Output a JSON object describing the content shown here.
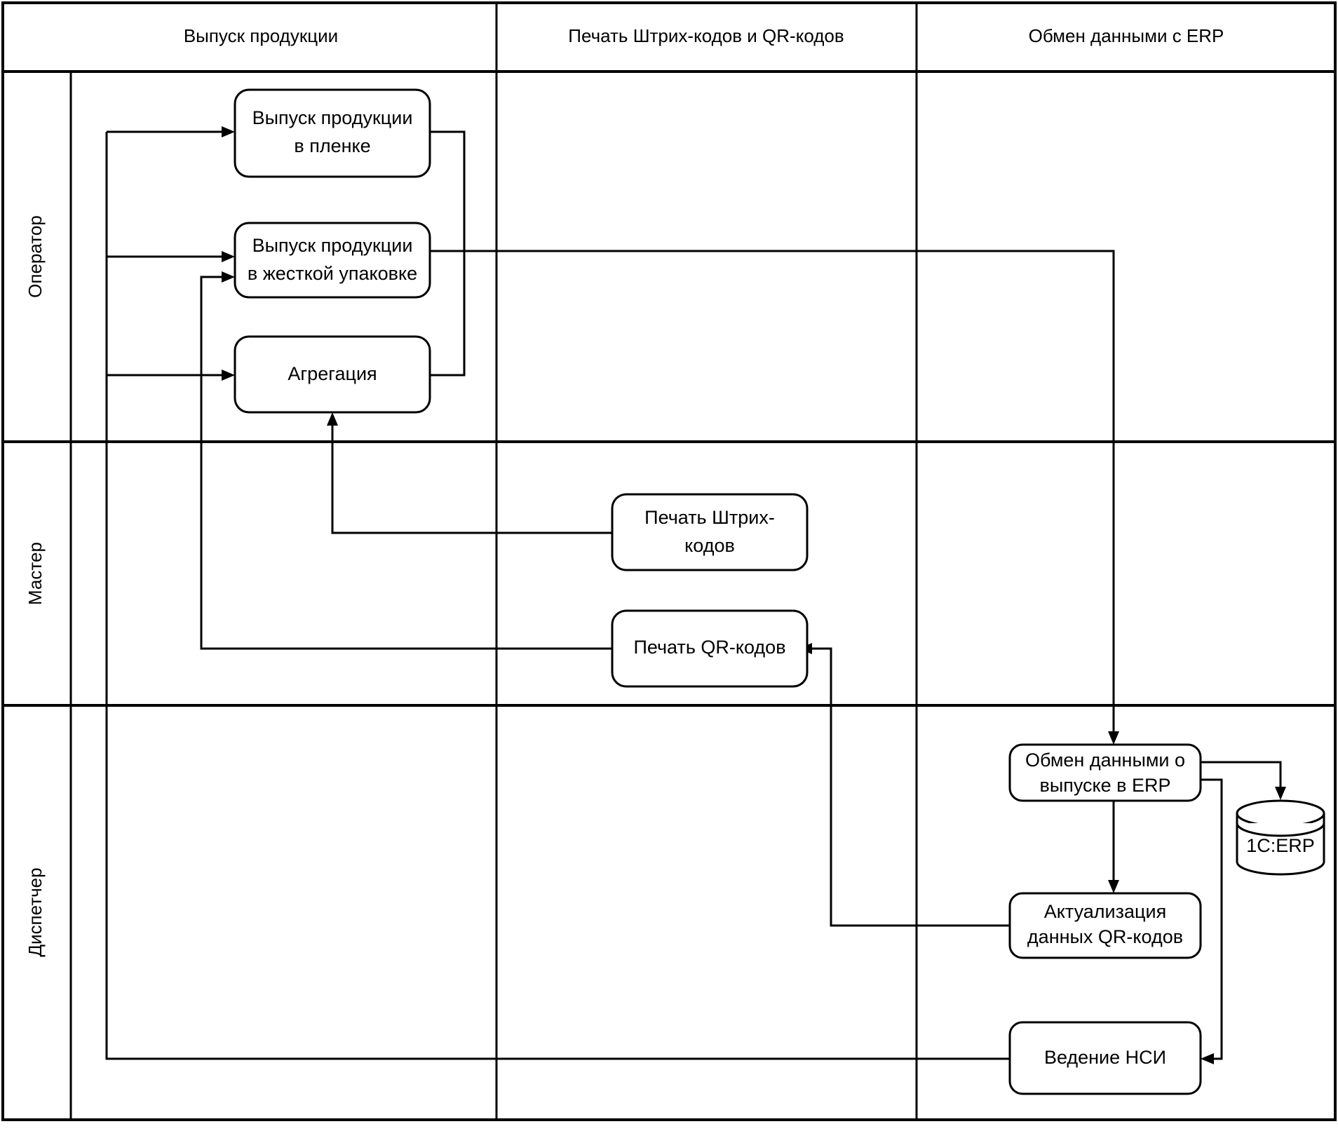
{
  "diagram": {
    "title_columns": [
      {
        "id": "col-production",
        "label": "Выпуск продукции"
      },
      {
        "id": "col-printing",
        "label": "Печать Штрих-кодов и QR-кодов"
      },
      {
        "id": "col-erp",
        "label": "Обмен данными с ERP"
      }
    ],
    "lanes": [
      {
        "id": "lane-operator",
        "label": "Оператор"
      },
      {
        "id": "lane-master",
        "label": "Мастер"
      },
      {
        "id": "lane-dispatcher",
        "label": "Диспетчер"
      }
    ],
    "nodes": [
      {
        "id": "node-release-film",
        "lane": "lane-operator",
        "column": "col-production",
        "lines": [
          "Выпуск продукции",
          "в пленке"
        ]
      },
      {
        "id": "node-release-rigid",
        "lane": "lane-operator",
        "column": "col-production",
        "lines": [
          "Выпуск продукции",
          "в жесткой упаковке"
        ]
      },
      {
        "id": "node-aggregation",
        "lane": "lane-operator",
        "column": "col-production",
        "lines": [
          "Агрегация"
        ]
      },
      {
        "id": "node-print-barcodes",
        "lane": "lane-master",
        "column": "col-printing",
        "lines": [
          "Печать Штрих-",
          "кодов"
        ]
      },
      {
        "id": "node-print-qr",
        "lane": "lane-master",
        "column": "col-printing",
        "lines": [
          "Печать QR-кодов"
        ]
      },
      {
        "id": "node-erp-exchange",
        "lane": "lane-dispatcher",
        "column": "col-erp",
        "lines": [
          "Обмен данными о",
          "выпуске в ERP"
        ]
      },
      {
        "id": "node-qr-update",
        "lane": "lane-dispatcher",
        "column": "col-erp",
        "lines": [
          "Актуализация",
          "данных QR-кодов"
        ]
      },
      {
        "id": "node-nsi",
        "lane": "lane-dispatcher",
        "column": "col-erp",
        "lines": [
          "Ведение НСИ"
        ]
      }
    ],
    "datastores": [
      {
        "id": "datastore-1c-erp",
        "lane": "lane-dispatcher",
        "column": "col-erp",
        "label": "1C:ERP"
      }
    ],
    "colors": {
      "stroke": "#000000",
      "fill": "#ffffff",
      "text": "#000000"
    }
  }
}
